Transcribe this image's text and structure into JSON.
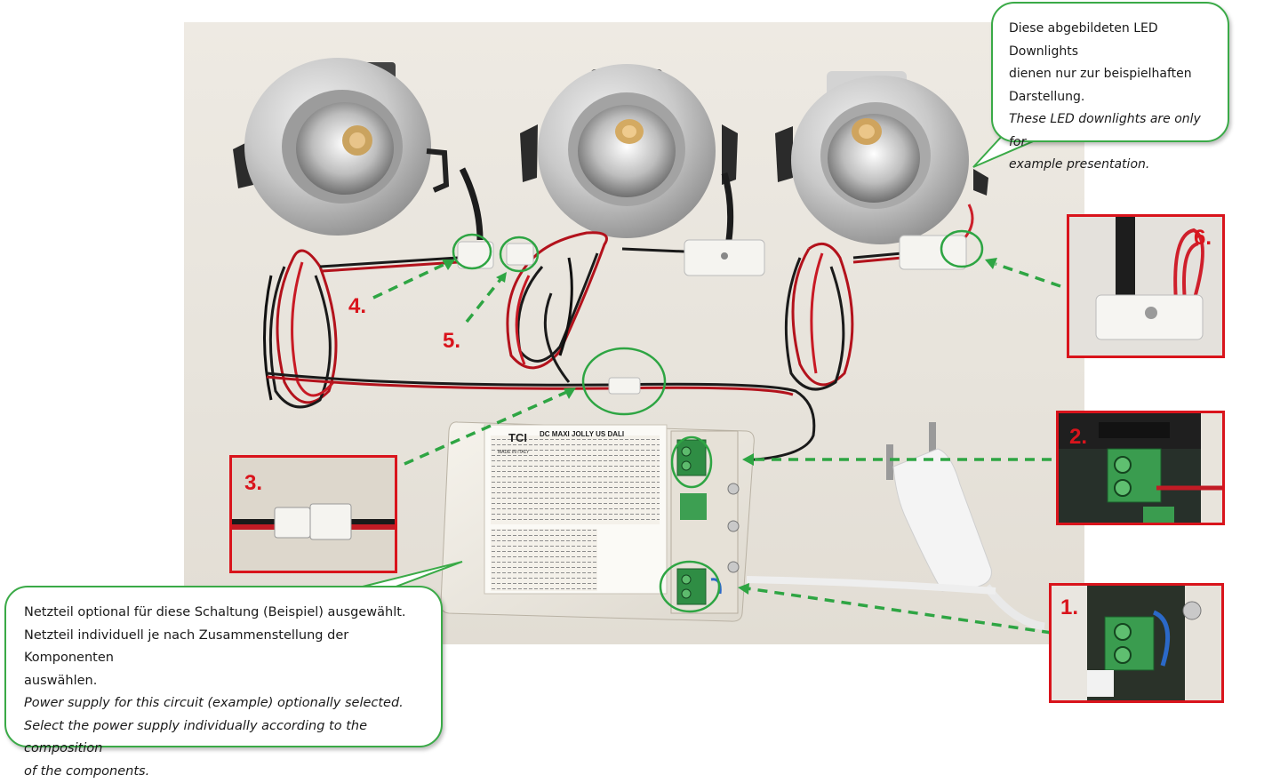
{
  "callouts": {
    "top": {
      "german": [
        "Diese abgebildeten LED Downlights",
        "dienen nur zur beispielhaften",
        "Darstellung."
      ],
      "english": [
        "These LED downlights are only for",
        "example presentation."
      ]
    },
    "bottom": {
      "german": [
        "Netzteil optional für diese Schaltung (Beispiel) ausgewählt.",
        "Netzteil individuell je nach Zusammenstellung der Komponenten",
        "auswählen."
      ],
      "english": [
        "Power supply for this circuit (example) optionally selected.",
        "Select the power supply individually according to the composition",
        "of the components."
      ]
    }
  },
  "markers": {
    "m1": "1.",
    "m2": "2.",
    "m3": "3.",
    "m4": "4.",
    "m5": "5.",
    "m6": "6."
  },
  "driver_label": {
    "brand": "TCI",
    "made_in": "MADE IN ITALY",
    "model": "DC MAXI JOLLY US DALI"
  },
  "colors": {
    "callout_border": "#3aaa47",
    "inset_border": "#d9141c",
    "marker_text": "#d9141c",
    "arrow": "#2ea543"
  }
}
